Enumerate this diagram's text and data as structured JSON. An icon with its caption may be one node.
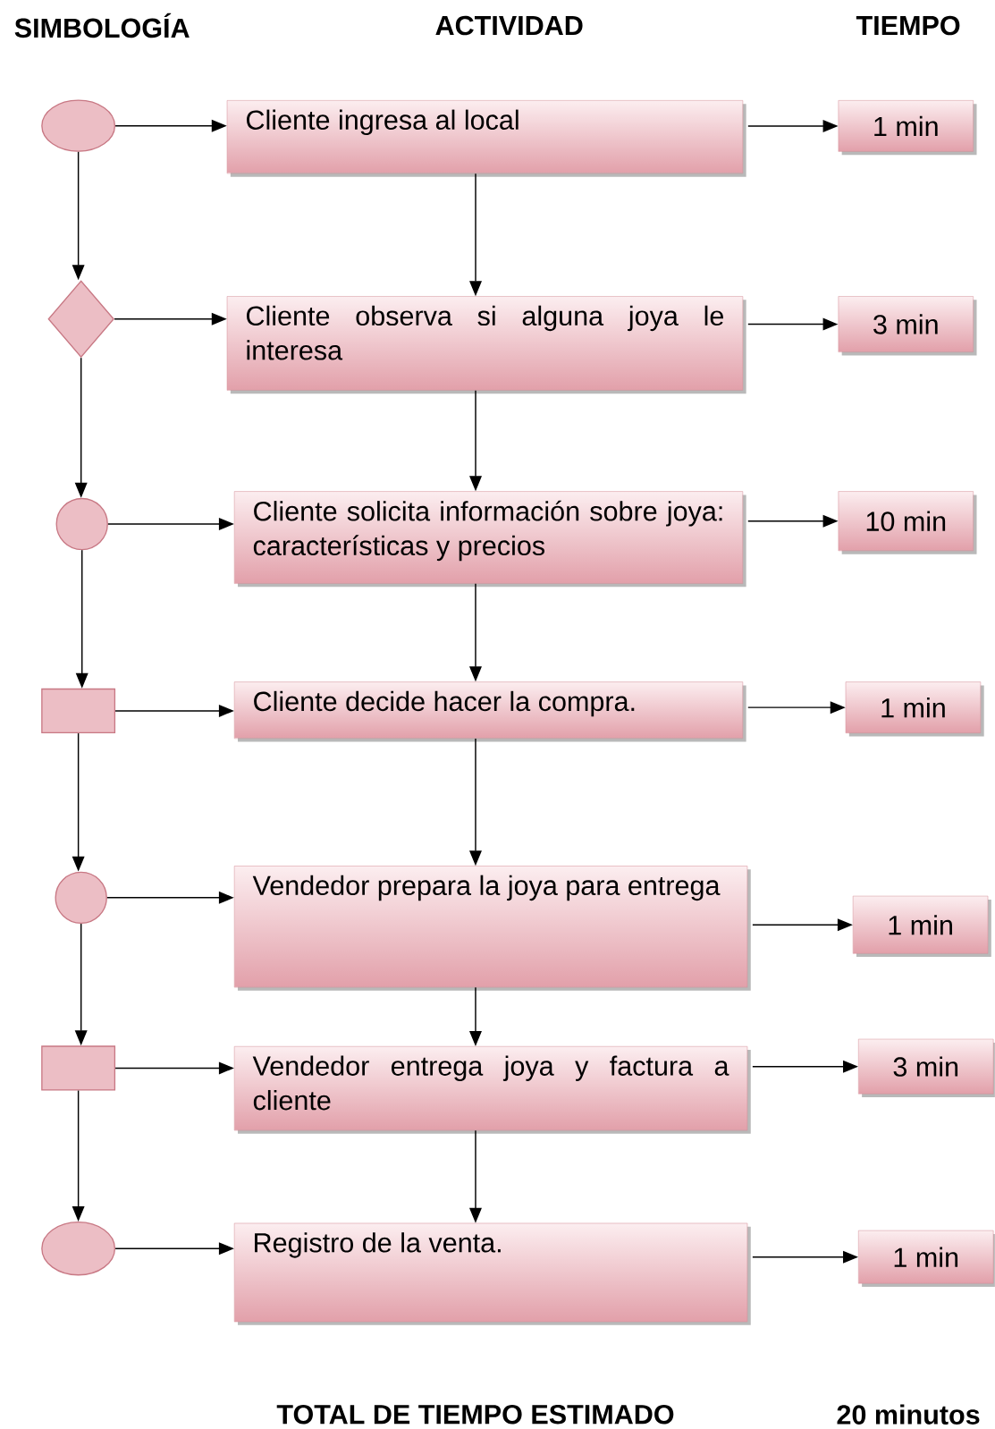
{
  "diagram": {
    "nodes": [
      {
        "text": [],
        "shape": "ellipse"
      },
      {
        "text": [
          "Cliente ingresa al local"
        ]
      },
      {
        "text": [
          "1 min"
        ]
      },
      {
        "text": [],
        "shape": "diamond"
      },
      {
        "text": [
          "Cliente observa si alguna joya le interesa"
        ]
      },
      {
        "text": [
          "3 min"
        ]
      },
      {
        "text": [],
        "shape": "circle"
      },
      {
        "text": [
          "Cliente solicita información sobre joya: características y precios"
        ]
      },
      {
        "text": [
          "10 min"
        ]
      },
      {
        "text": [],
        "shape": "box"
      },
      {
        "text": [
          "Cliente decide hacer la compra."
        ]
      },
      {
        "text": [
          "1 min"
        ]
      },
      {
        "text": [],
        "shape": "circle"
      },
      {
        "text": [
          "Vendedor prepara la joya para entrega"
        ]
      },
      {
        "text": [
          "1 min"
        ]
      },
      {
        "text": [],
        "shape": "box"
      },
      {
        "text": [
          "Vendedor entrega joya y factura a cliente"
        ]
      },
      {
        "text": [
          "3 min"
        ]
      },
      {
        "text": [],
        "shape": "ellipse"
      },
      {
        "text": [
          "Registro de la venta."
        ]
      },
      {
        "text": [
          "1 min"
        ]
      }
    ],
    "edges": [
      {
        "from": 0,
        "to": 1,
        "arrow": "to"
      },
      {
        "from": 1,
        "to": 2,
        "arrow": "to"
      },
      {
        "from": 0,
        "to": 3,
        "arrow": "to"
      },
      {
        "from": 1,
        "to": 4,
        "arrow": "to"
      },
      {
        "from": 3,
        "to": 4,
        "arrow": "to"
      },
      {
        "from": 4,
        "to": 5,
        "arrow": "to"
      },
      {
        "from": 3,
        "to": 6,
        "arrow": "to"
      },
      {
        "from": 4,
        "to": 7,
        "arrow": "to"
      },
      {
        "from": 6,
        "to": 7,
        "arrow": "to"
      },
      {
        "from": 7,
        "to": 8,
        "arrow": "to"
      },
      {
        "from": 6,
        "to": 9,
        "arrow": "to"
      },
      {
        "from": 7,
        "to": 10,
        "arrow": "to"
      },
      {
        "from": 9,
        "to": 10,
        "arrow": "to"
      },
      {
        "from": 10,
        "to": 11,
        "arrow": "to"
      },
      {
        "from": 9,
        "to": 12,
        "arrow": "to"
      },
      {
        "from": 10,
        "to": 13,
        "arrow": "to"
      },
      {
        "from": 12,
        "to": 13,
        "arrow": "to"
      },
      {
        "from": 13,
        "to": 14,
        "arrow": "to"
      },
      {
        "from": 12,
        "to": 15,
        "arrow": "to"
      },
      {
        "from": 13,
        "to": 16,
        "arrow": "to"
      },
      {
        "from": 15,
        "to": 16,
        "arrow": "to"
      },
      {
        "from": 16,
        "to": 17,
        "arrow": "to"
      },
      {
        "from": 15,
        "to": 18,
        "arrow": "to"
      },
      {
        "from": 16,
        "to": 19,
        "arrow": "to"
      },
      {
        "from": 18,
        "to": 19,
        "arrow": "to"
      },
      {
        "from": 19,
        "to": 20,
        "arrow": "to"
      }
    ],
    "labels": [
      "SIMBOLOGÍA",
      "ACTIVIDAD",
      "TIEMPO",
      "TOTAL DE TIEMPO ESTIMADO",
      "20 minutos"
    ]
  }
}
